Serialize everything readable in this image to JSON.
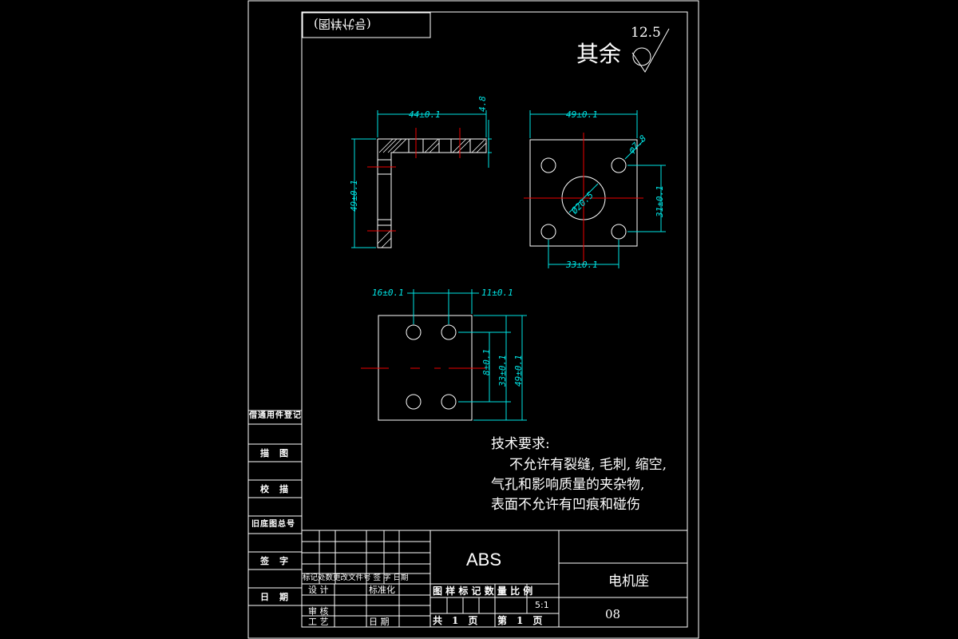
{
  "drawing": {
    "code_box": "(图样代号)",
    "roughness_prefix": "其余",
    "roughness_value": "12.5",
    "dims": {
      "top_width": "44±0.1",
      "thickness": "4.8",
      "left_height": "49±0.1",
      "right_width": "49±0.1",
      "pcd": "φ7.8",
      "center_hole": "Ø20.5",
      "right_vertical": "31±0.1",
      "right_bottom": "33±0.1",
      "bottom_left": "16±0.1",
      "bottom_right": "11±0.1",
      "bottom_v1": "8±0.1",
      "bottom_v2": "33±0.1",
      "bottom_v3": "49±0.1"
    },
    "tech_req": {
      "title": "技术要求:",
      "line1": "不允许有裂缝, 毛刺, 缩空,",
      "line2": "气孔和影响质量的夹杂物,",
      "line3": "表面不允许有凹痕和碰伤"
    }
  },
  "side_labels": {
    "reg": "借通用件登记",
    "draw": "描　图",
    "check": "校　描",
    "old": "旧底图总号",
    "sign": "签　字",
    "date": "日　期"
  },
  "title_block": {
    "material": "ABS",
    "part_name": "电机座",
    "drawing_no": "08",
    "rev_header": "标记处数更改文件号 签 字 日期",
    "design": "设 计",
    "standard": "标准化",
    "review": "审 核",
    "process": "工 艺",
    "date": "日 期",
    "headers": "图 样 标 记  数 量  比 例",
    "scale": "5:1",
    "pages_total": "共　1　页",
    "pages_current": "第　1　页"
  }
}
